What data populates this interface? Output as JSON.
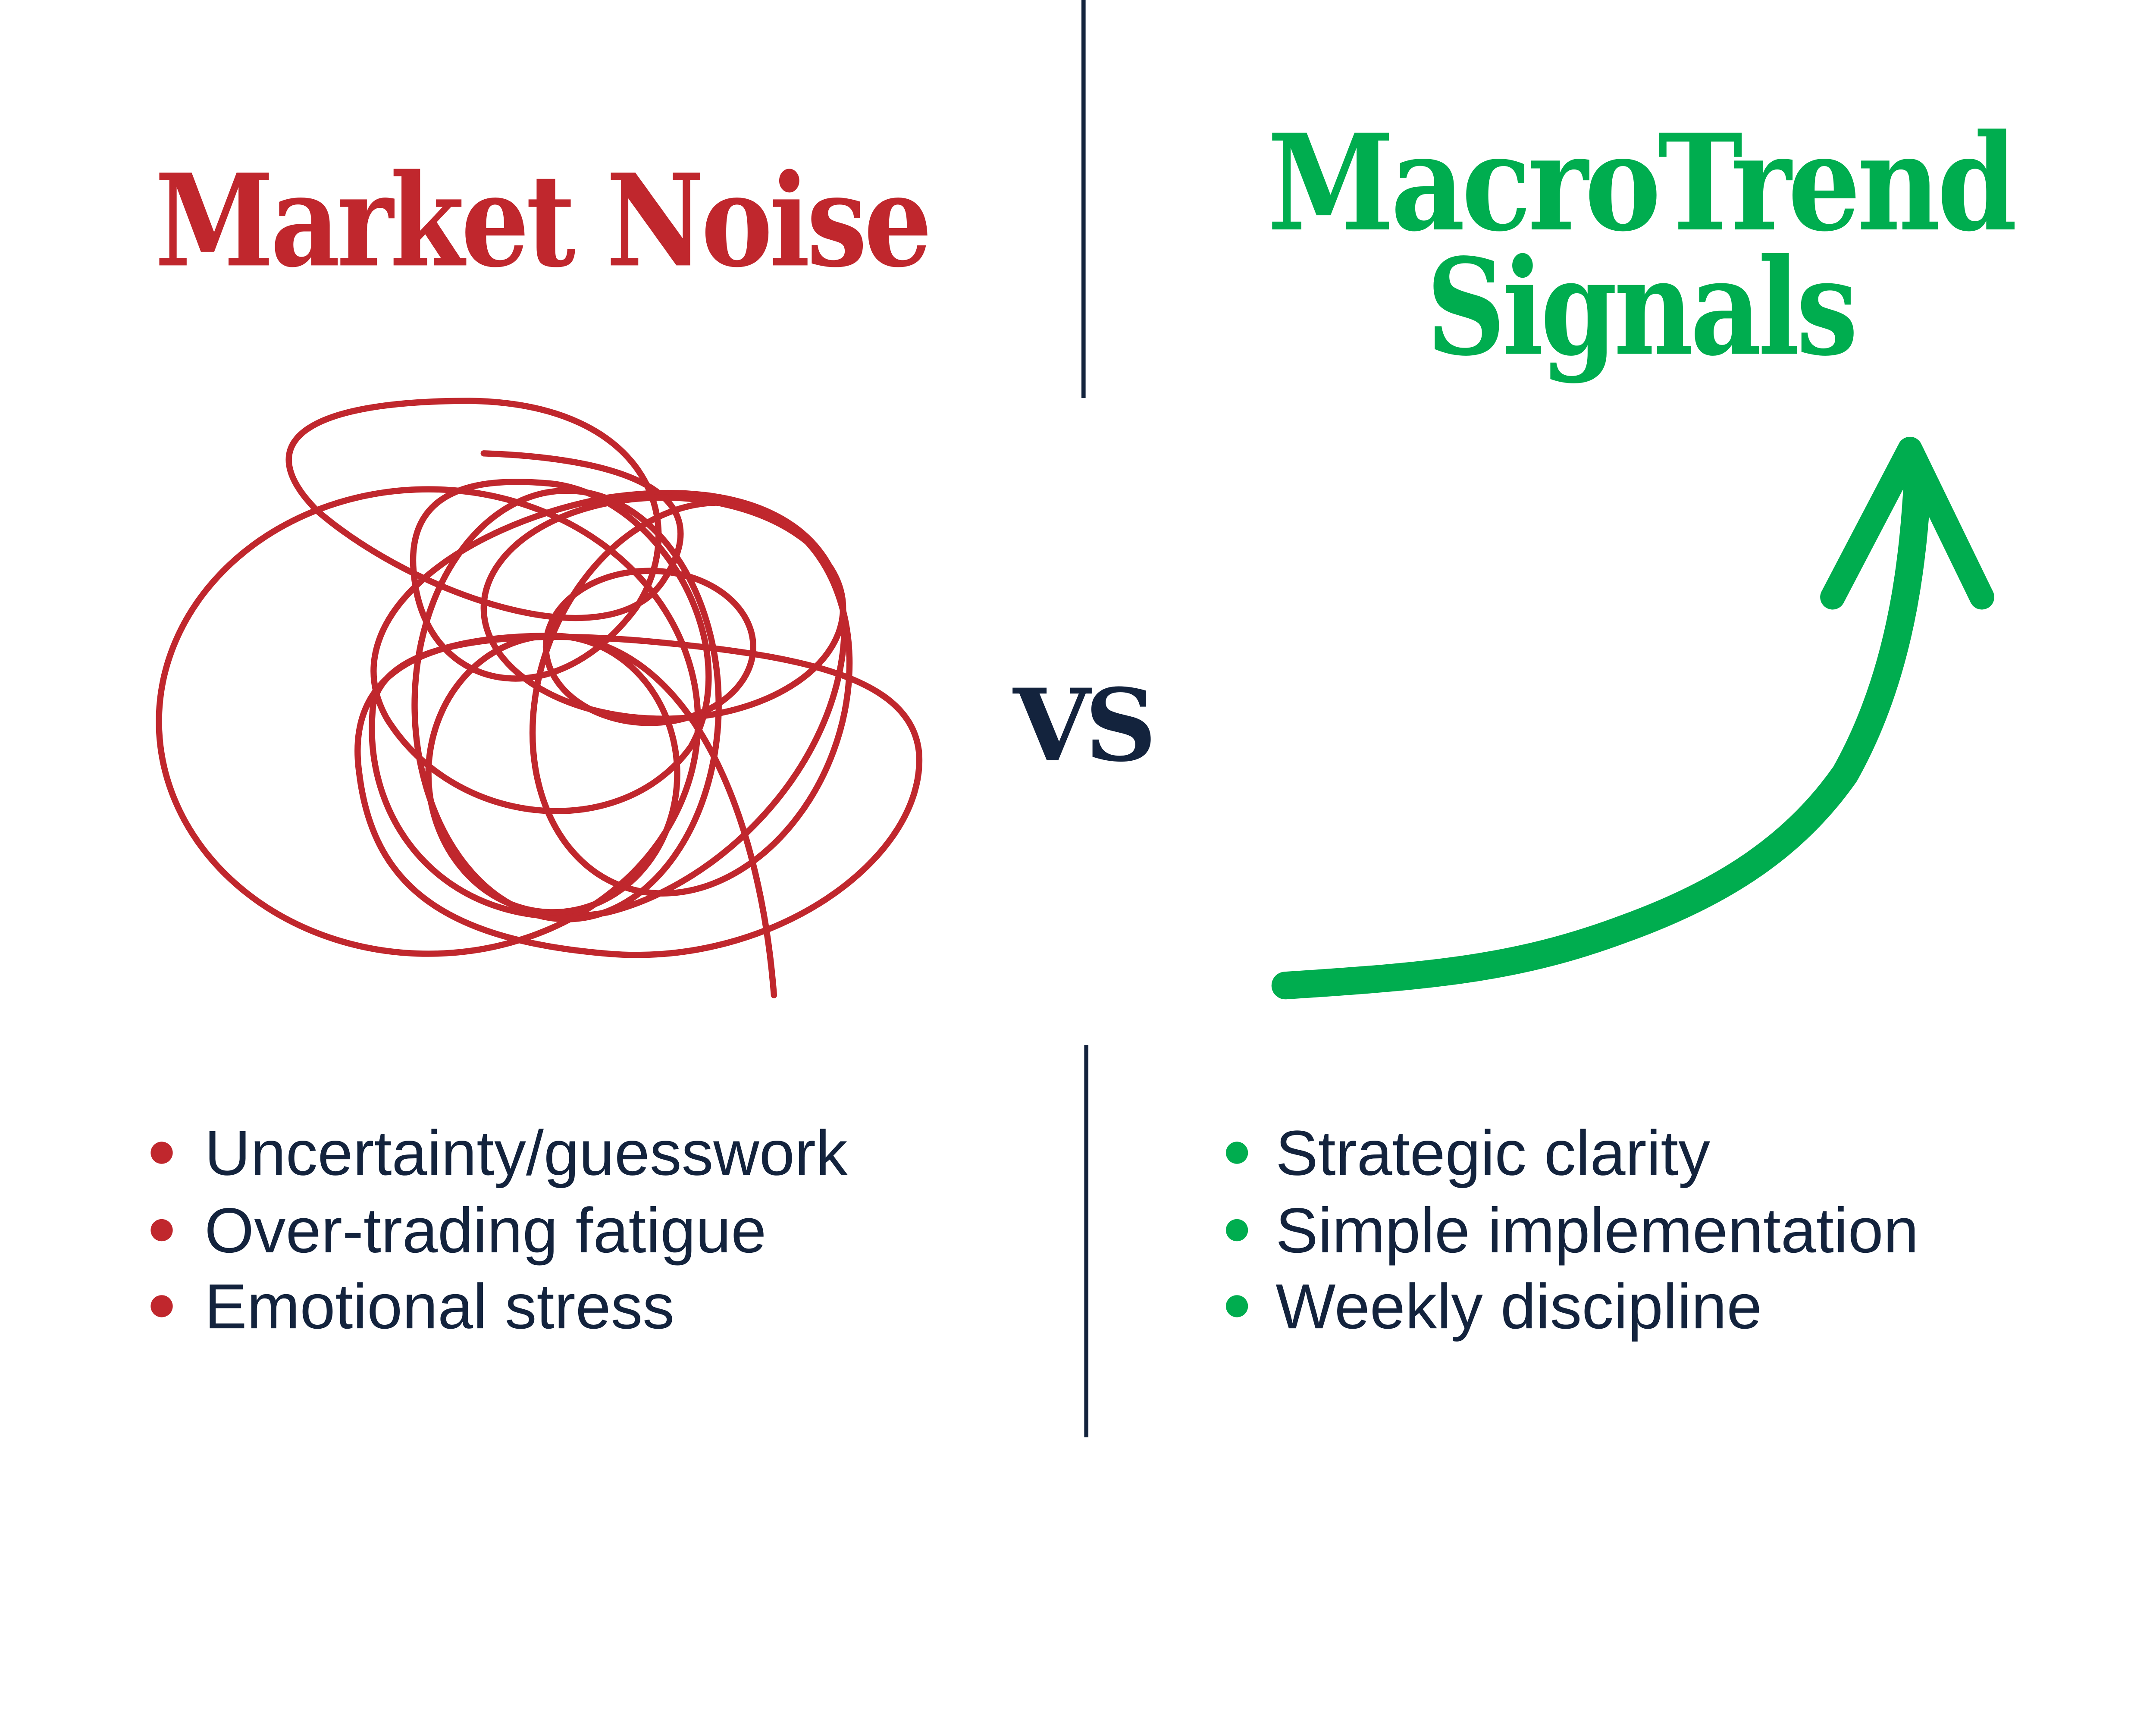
{
  "colors": {
    "noise": "#c0272d",
    "signal": "#00ad4f",
    "text": "#13233d",
    "divider": "#13233d"
  },
  "left": {
    "title": "Market Noise",
    "icon": "scribble-tangle",
    "items": [
      "Uncertainty/guesswork",
      "Over-trading fatigue",
      "Emotional stress"
    ]
  },
  "center": {
    "vs": "VS"
  },
  "right": {
    "title_line1": "MacroTrend",
    "title_line2": "Signals",
    "icon": "upward-trend-arrow",
    "items": [
      "Strategic clarity",
      "Simple implementation",
      "Weekly discipline"
    ]
  }
}
